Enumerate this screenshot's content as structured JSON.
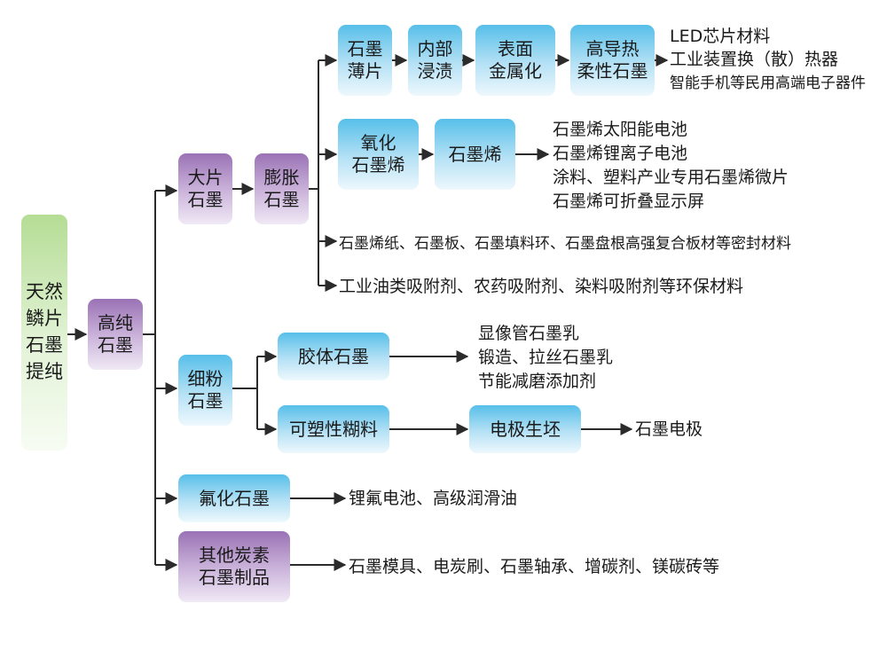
{
  "nodes": {
    "root": "天然\n鳞片\n石墨\n提纯",
    "high_purity": "高纯\n石墨",
    "large_flake": "大片\n石墨",
    "expanded": "膨胀\n石墨",
    "thin_flake": "石墨\n薄片",
    "impregnation": "内部\n浸渍",
    "metallization": "表面\n金属化",
    "flexible": "高导热\n柔性石墨",
    "oxidized": "氧化\n石墨烯",
    "graphene": "石墨烯",
    "fine_powder": "细粉\n石墨",
    "colloidal": "胶体石墨",
    "plastic_paste": "可塑性糊料",
    "electrode_blank": "电极生坯",
    "fluorinated": "氟化石墨",
    "other_carbon": "其他炭素\n石墨制品"
  },
  "outputs": {
    "led": "LED芯片材料",
    "industrial": "工业装置换（散）热器",
    "smartphone": "智能手机等民用高端电子器件",
    "graphene_apps": [
      "石墨烯太阳能电池",
      "石墨烯锂离子电池",
      "涂料、塑料产业专用石墨烯微片",
      "石墨烯可折叠显示屏"
    ],
    "sealing": "石墨烯纸、石墨板、石墨填料环、石墨盘根高强复合板材等密封材料",
    "environmental": "工业油类吸附剂、农药吸附剂、染料吸附剂等环保材料",
    "colloidal_apps": [
      "显像管石墨乳",
      "锻造、拉丝石墨乳",
      "节能减磨添加剂"
    ],
    "electrode": "石墨电极",
    "battery": "锂氟电池、高级润滑油",
    "other_apps": "石墨模具、电炭刷、石墨轴承、增碳剂、镁碳砖等"
  },
  "colors": {
    "line": "#2b2b2b",
    "root": "green",
    "intermediate": "purple",
    "process": "blue"
  }
}
